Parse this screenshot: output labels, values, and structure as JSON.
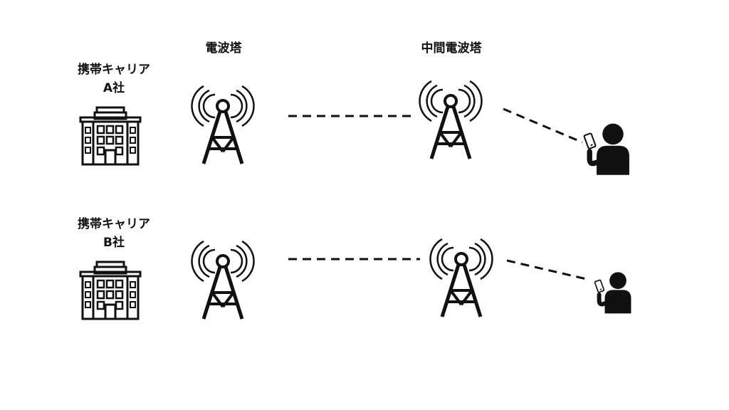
{
  "headers": {
    "tower": "電波塔",
    "relay_tower": "中間電波塔"
  },
  "rows": [
    {
      "carrier_line1": "携帯キャリア",
      "carrier_line2": "A社"
    },
    {
      "carrier_line1": "携帯キャリア",
      "carrier_line2": "B社"
    }
  ],
  "icons": {
    "building": "building-icon",
    "tower": "radio-tower-icon",
    "person": "person-with-phone-icon"
  },
  "colors": {
    "ink": "#111111",
    "background": "#ffffff"
  }
}
